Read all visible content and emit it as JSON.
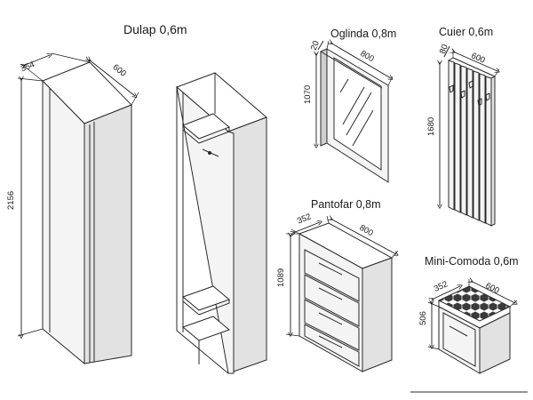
{
  "products": {
    "wardrobe": {
      "title": "Dulap 0,6m",
      "dim_depth": "354",
      "dim_width": "600",
      "dim_height": "2156"
    },
    "mirror": {
      "title": "Oglinda 0,8m",
      "dim_depth": "20",
      "dim_width": "800",
      "dim_height": "1070"
    },
    "coat_rack": {
      "title": "Cuier 0,6m",
      "dim_depth": "80",
      "dim_width": "600",
      "dim_height": "1680"
    },
    "shoe_cabinet": {
      "title": "Pantofar 0,8m",
      "dim_depth": "352",
      "dim_width": "800",
      "dim_height": "1089"
    },
    "mini_dresser": {
      "title": "Mini-Comoda 0,6m",
      "dim_depth": "352",
      "dim_width": "600",
      "dim_height": "506"
    }
  }
}
